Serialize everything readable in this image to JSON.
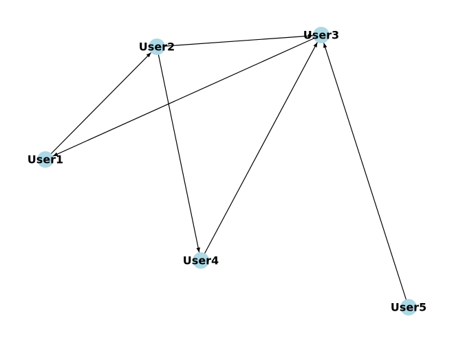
{
  "graph": {
    "node_color": "#add8e6",
    "edge_color": "#000000",
    "label_color": "#000000",
    "directed": true,
    "nodes": [
      {
        "id": "User1",
        "label": "User1"
      },
      {
        "id": "User2",
        "label": "User2"
      },
      {
        "id": "User3",
        "label": "User3"
      },
      {
        "id": "User4",
        "label": "User4"
      },
      {
        "id": "User5",
        "label": "User5"
      }
    ],
    "edges": [
      {
        "from": "User1",
        "to": "User2"
      },
      {
        "from": "User2",
        "to": "User3"
      },
      {
        "from": "User3",
        "to": "User1"
      },
      {
        "from": "User2",
        "to": "User4"
      },
      {
        "from": "User4",
        "to": "User3"
      },
      {
        "from": "User5",
        "to": "User3"
      }
    ]
  }
}
